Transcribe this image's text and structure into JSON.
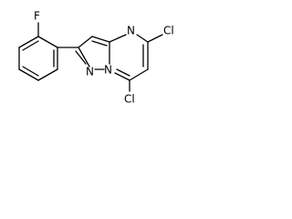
{
  "molecule": {
    "atoms": {
      "fluorine": "F",
      "nitrogen_pyrimidine": "N",
      "nitrogen_pyrazole": "N",
      "nitrogen_bridge": "N",
      "chlorine_5": "Cl",
      "chlorine_7": "Cl"
    }
  }
}
